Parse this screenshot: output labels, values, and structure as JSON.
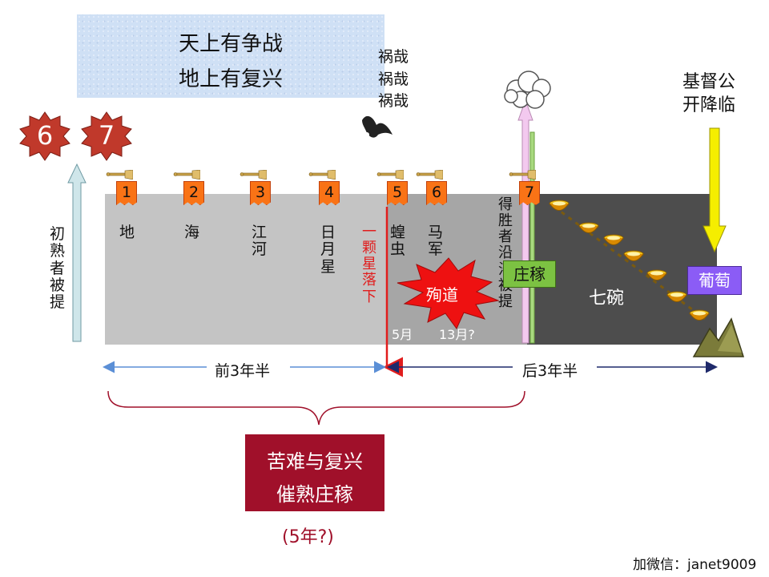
{
  "banner": {
    "line1": "天上有争战",
    "line2": "地上有复兴"
  },
  "woe": [
    "祸哉",
    "祸哉",
    "祸哉"
  ],
  "coming": {
    "line1": "基督公",
    "line2": "开降临"
  },
  "seals": [
    "6",
    "7"
  ],
  "firstfruits": [
    "初",
    "熟",
    "者",
    "被",
    "提"
  ],
  "trumpets": [
    {
      "num": "1",
      "label": [
        "地"
      ]
    },
    {
      "num": "2",
      "label": [
        "海"
      ]
    },
    {
      "num": "3",
      "label": [
        "江",
        "河"
      ]
    },
    {
      "num": "4",
      "label": [
        "日",
        "月",
        "星"
      ]
    },
    {
      "num": "5",
      "label": [
        "蝗",
        "虫"
      ]
    },
    {
      "num": "6",
      "label": [
        "马",
        "军"
      ]
    },
    {
      "num": "7",
      "label": []
    }
  ],
  "star_fall": [
    "一",
    "颗",
    "星",
    "落",
    "下"
  ],
  "martyrdom": "殉道",
  "five_months": "5月",
  "thirteen_months": "13月?",
  "overcomers": [
    "得",
    "胜",
    "者",
    "沿",
    "沿",
    "被",
    "提"
  ],
  "harvest": "庄稼",
  "bowls": "七碗",
  "grapes": "葡萄",
  "first_half": "前3年半",
  "second_half": "后3年半",
  "tribulation": {
    "line1": "苦难与复兴",
    "line2": "催熟庄稼"
  },
  "years": "(5年?)",
  "contact": "加微信：janet9009",
  "colors": {
    "banner_bg": "#cfe0f5",
    "timeline_light": "#c4c4c4",
    "timeline_mid": "#9e9e9e",
    "timeline_dark": "#4d4d4d",
    "seal": "#c0392b",
    "trumpet_flag": "#f97316",
    "red_line": "#e11d1d",
    "harvest_green": "#7cc242",
    "grapes_purple": "#8b5cf6",
    "tribulation_box": "#a0102a",
    "arrow_yellow": "#f5ee00"
  }
}
